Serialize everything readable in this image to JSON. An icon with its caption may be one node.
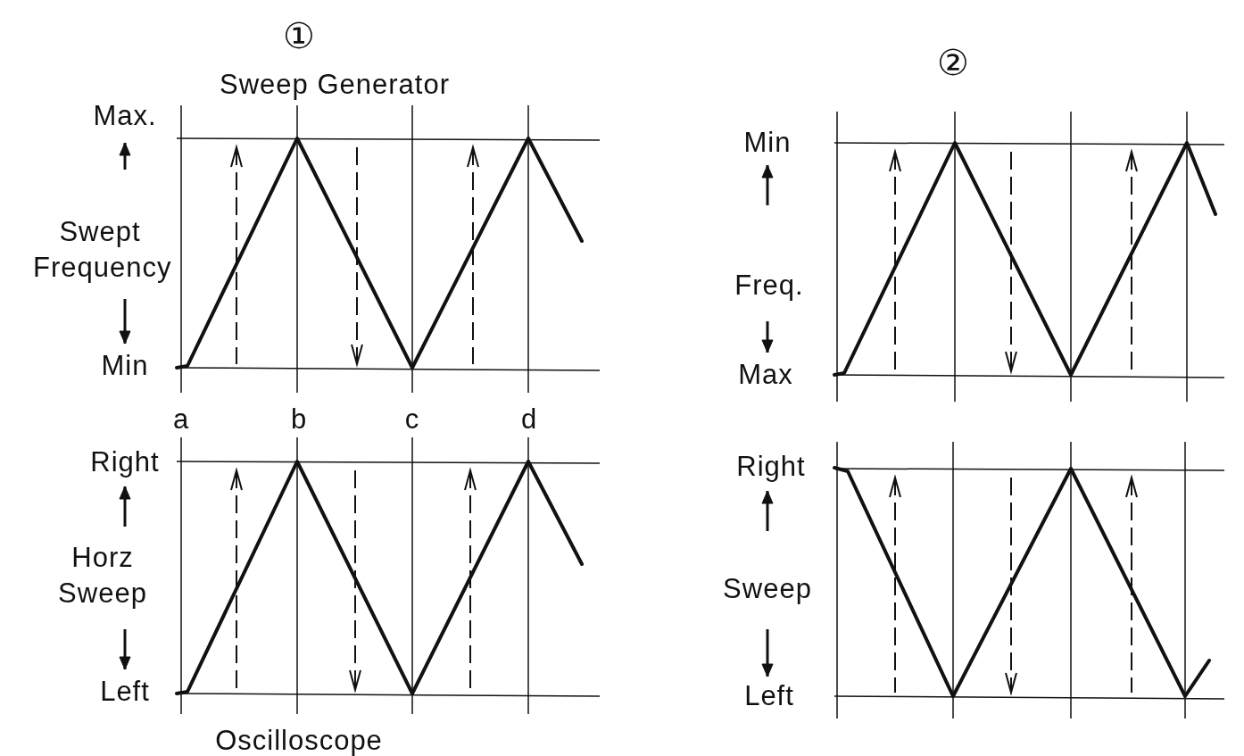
{
  "diagram": {
    "labels": [
      "①",
      "Sweep Generator",
      "②",
      "Max.",
      "Min",
      "Swept Frequency",
      "Freq.",
      "Min",
      "Max",
      "a",
      "b",
      "c",
      "d",
      "Right",
      "Right",
      "Horz Sweep",
      "Sweep",
      "Left",
      "Left",
      "Oscilloscope"
    ]
  }
}
